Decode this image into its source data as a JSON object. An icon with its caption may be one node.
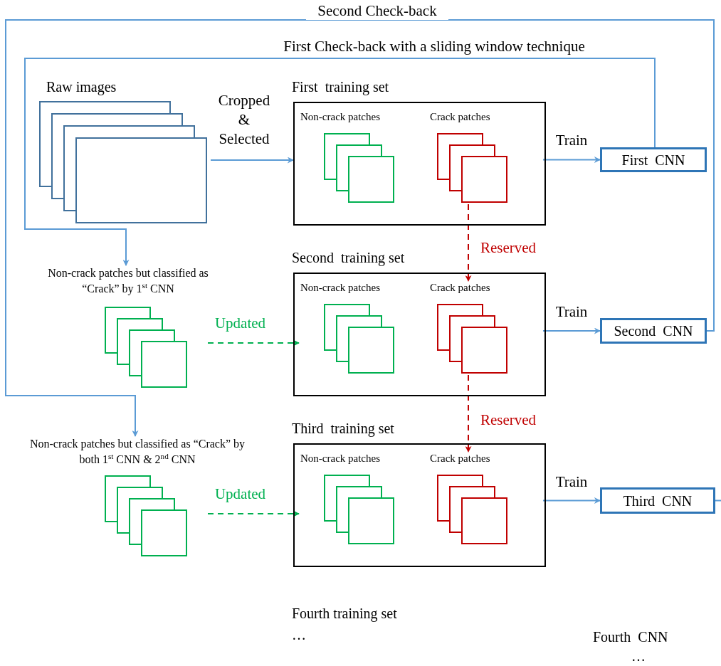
{
  "diagram": {
    "nodes": [
      {
        "text": [
          "Raw images"
        ]
      },
      {
        "text": [
          "First  training set"
        ]
      },
      {
        "text": [
          "Non-crack patches"
        ],
        "in": 1
      },
      {
        "text": [
          "Crack patches"
        ],
        "in": 1
      },
      {
        "text": [
          "First  CNN"
        ]
      },
      {
        "text": [
          "Non-crack patches but classified as “Crack” by 1$^{st}$  CNN"
        ]
      },
      {
        "text": [
          "Second  training set"
        ]
      },
      {
        "text": [
          "Non-crack patches"
        ],
        "in": 6
      },
      {
        "text": [
          "Crack patches"
        ],
        "in": 6
      },
      {
        "text": [
          "Second  CNN"
        ]
      },
      {
        "text": [
          "Non-crack patches but classified as “Crack” by both 1$^{st}$  CNN & 2$^{nd}$  CNN"
        ]
      },
      {
        "text": [
          "Third  training set"
        ]
      },
      {
        "text": [
          "Non-crack patches"
        ],
        "in": 11
      },
      {
        "text": [
          "Crack patches"
        ],
        "in": 11
      },
      {
        "text": [
          "Third  CNN"
        ]
      }
    ],
    "edges": [
      {
        "from": 0,
        "to": 1,
        "arrow": "to",
        "label": "Cropped & Selected"
      },
      {
        "from": 1,
        "to": 4,
        "arrow": "to",
        "label": "Train"
      },
      {
        "from": 4,
        "to": 5,
        "arrow": "to",
        "label": "First Check-back with a sliding window technique"
      },
      {
        "from": 3,
        "to": 8,
        "arrow": "to",
        "label": "Reserved",
        "style": "dashed",
        "color": "#c00000"
      },
      {
        "from": 5,
        "to": 7,
        "arrow": "to",
        "label": "Updated",
        "style": "dashed",
        "color": "#00b050"
      },
      {
        "from": 6,
        "to": 9,
        "arrow": "to",
        "label": "Train"
      },
      {
        "from": 9,
        "to": 10,
        "arrow": "to",
        "label": "Second Check-back"
      },
      {
        "from": 8,
        "to": 13,
        "arrow": "to",
        "label": "Reserved",
        "style": "dashed",
        "color": "#c00000"
      },
      {
        "from": 10,
        "to": 12,
        "arrow": "to",
        "label": "Updated",
        "style": "dashed",
        "color": "#00b050"
      },
      {
        "from": 11,
        "to": 14,
        "arrow": "to",
        "label": "Train"
      },
      {
        "from": 14,
        "to": null,
        "arrow": "none",
        "style": "dashed"
      }
    ],
    "labels": [
      "Fourth training set",
      "…",
      "Fourth  CNN",
      "…"
    ]
  }
}
